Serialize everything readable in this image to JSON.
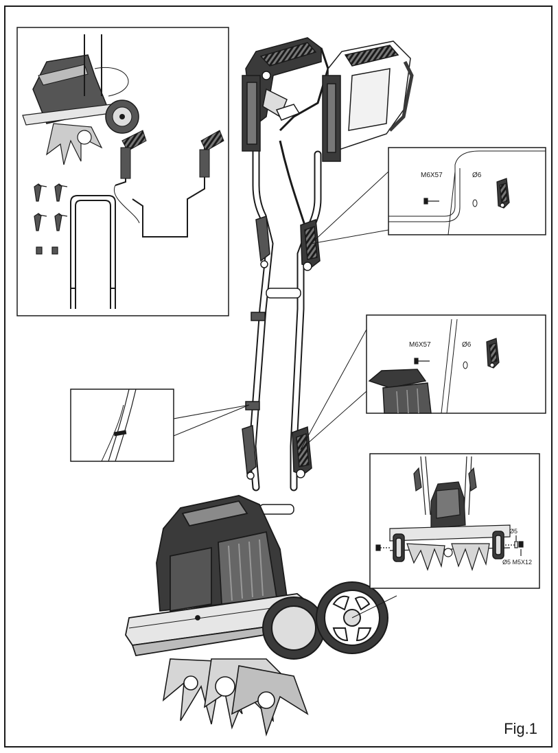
{
  "figure": {
    "label": "Fig.1"
  },
  "callouts": {
    "upper_right": {
      "bolt": "M6X57",
      "washer": "Ø6"
    },
    "middle_right": {
      "bolt": "M6X57",
      "washer": "Ø6"
    },
    "wheel_detail": {
      "washer": "Ø5",
      "washer_bolt": "Ø5 M5X12"
    }
  },
  "colors": {
    "line": "#1a1a1a",
    "fill_dark": "#3a3a3a",
    "fill_mid": "#8a8a8a",
    "fill_light": "#d6d6d6"
  }
}
